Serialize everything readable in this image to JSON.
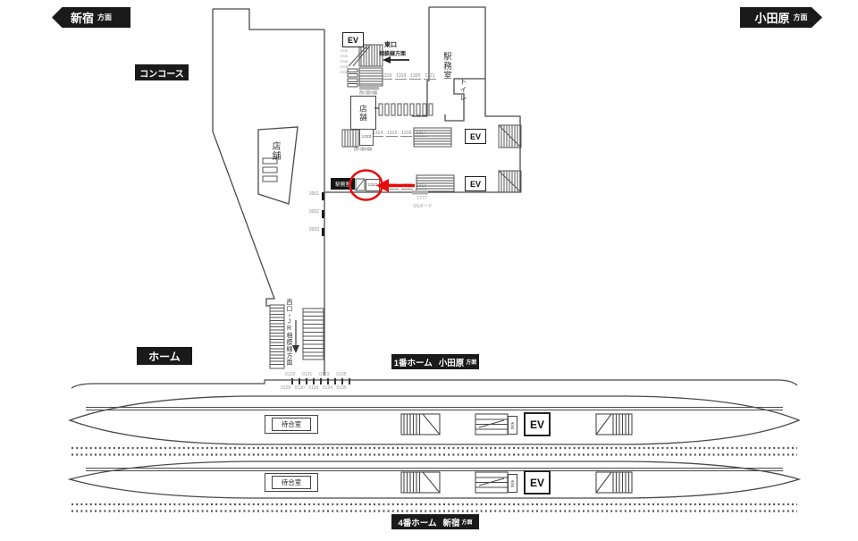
{
  "direction_labels": {
    "left": {
      "station": "新宿",
      "suffix": "方面"
    },
    "right": {
      "station": "小田原",
      "suffix": "方面"
    }
  },
  "area_labels": {
    "concourse": "コンコース",
    "home": "ホーム",
    "platform1": {
      "name": "1番ホーム",
      "direction": "小田原",
      "suffix": "方面"
    },
    "platform4": {
      "name": "4番ホーム",
      "direction": "新宿",
      "suffix": "方面"
    }
  },
  "labels": {
    "ev": "EV",
    "shop_left": "店舗",
    "shop_center": "店舗",
    "station_office_large": "駅務室",
    "station_office_small": "駅務室",
    "toilet": "トイレ",
    "east_exit_line1": "東口",
    "east_exit_line2": "相鉄線方面",
    "west_exit_guide_upper": "西口案内図",
    "west_exit_guide_lower": "西口案内図",
    "ss_board": "SSボード",
    "west_exit_route": "西口・JR相模線方面",
    "waiting_room": "待合室",
    "kiosk": "売店"
  },
  "numbers": {
    "east_stack": [
      "1701",
      "1702",
      "1703",
      "1704",
      "1705",
      "1706"
    ],
    "row1318": [
      "1318",
      "1319",
      "1320",
      "1321"
    ],
    "row1314": [
      "1314",
      "1315",
      "1316",
      "1317"
    ],
    "boxed1323": "1323",
    "boxed1322": "1322",
    "row1311": [
      "1311",
      "1312",
      "1313"
    ],
    "n1777": "1777",
    "col2000": [
      "2001",
      "2002",
      "2003"
    ],
    "stairs_top_row": [
      "0129",
      "0131",
      "0133",
      "0135"
    ],
    "stairs_bottom_row": [
      "0128",
      "0130",
      "0132",
      "0134",
      "0136"
    ]
  },
  "annotation": {
    "highlight_color": "#e60c0c",
    "target": "1322"
  }
}
